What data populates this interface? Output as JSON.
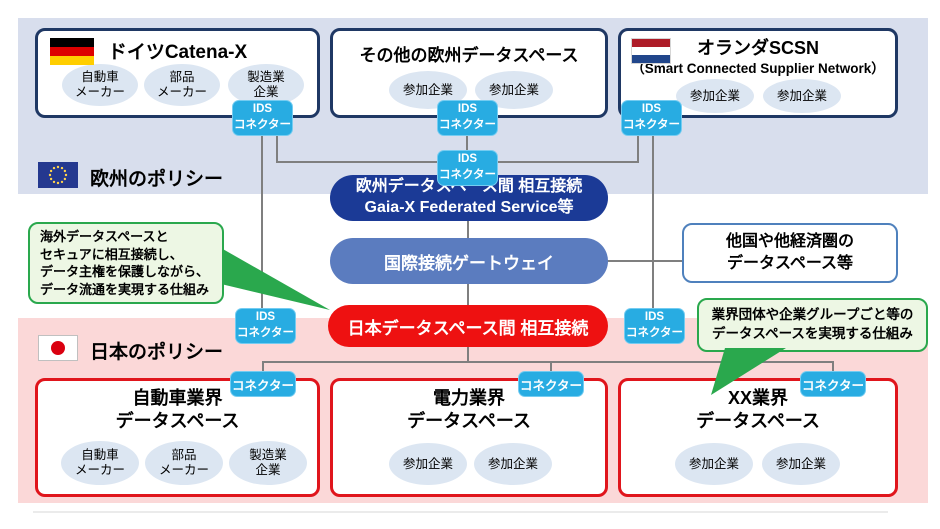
{
  "labels": {
    "eu_policy": "欧州のポリシー",
    "jp_policy": "日本のポリシー"
  },
  "top_boxes": [
    {
      "title": "ドイツCatena-X",
      "members": [
        "自動車\nメーカー",
        "部品\nメーカー",
        "製造業\n企業"
      ]
    },
    {
      "title": "その他の欧州データスペース",
      "members": [
        "参加企業",
        "参加企業"
      ]
    },
    {
      "title": "オランダSCSN",
      "subtitle": "（Smart Connected Supplier Network）",
      "members": [
        "参加企業",
        "参加企業"
      ]
    }
  ],
  "connectors": {
    "ids_label": "IDS\nコネクター",
    "plain_label": "コネクター"
  },
  "hubs": {
    "eu_interconnect": "欧州データスペース間 相互接続\nGaia-X Federated Service等",
    "gateway": "国際接続ゲートウェイ",
    "jp_interconnect": "日本データスペース間 相互接続",
    "other_regions": "他国や他経済圏の\nデータスペース等"
  },
  "notes": {
    "left": "海外データスペースと\nセキュアに相互接続し、\nデータ主権を保護しながら、\nデータ流通を実現する仕組み",
    "right": "業界団体や企業グループごと等の\nデータスペースを実現する仕組み"
  },
  "bottom_boxes": [
    {
      "title": "自動車業界\nデータスペース",
      "members": [
        "自動車\nメーカー",
        "部品\nメーカー",
        "製造業\n企業"
      ]
    },
    {
      "title": "電力業界\nデータスペース",
      "members": [
        "参加企業",
        "参加企業"
      ]
    },
    {
      "title": "XX業界\nデータスペース",
      "members": [
        "参加企業",
        "参加企業"
      ]
    }
  ],
  "colors": {
    "connector_cyan": "#28ace2",
    "eu_dark_blue": "#1b3a96",
    "gateway_blue": "#5b7cbf",
    "japan_red": "#ee1111",
    "eu_band": "#d8deed",
    "jp_band": "#fbd8d8",
    "note_green": "#2aa84d",
    "line_gray": "#7f7f7f",
    "navy_border": "#1f3864",
    "red_border": "#e0151c"
  }
}
